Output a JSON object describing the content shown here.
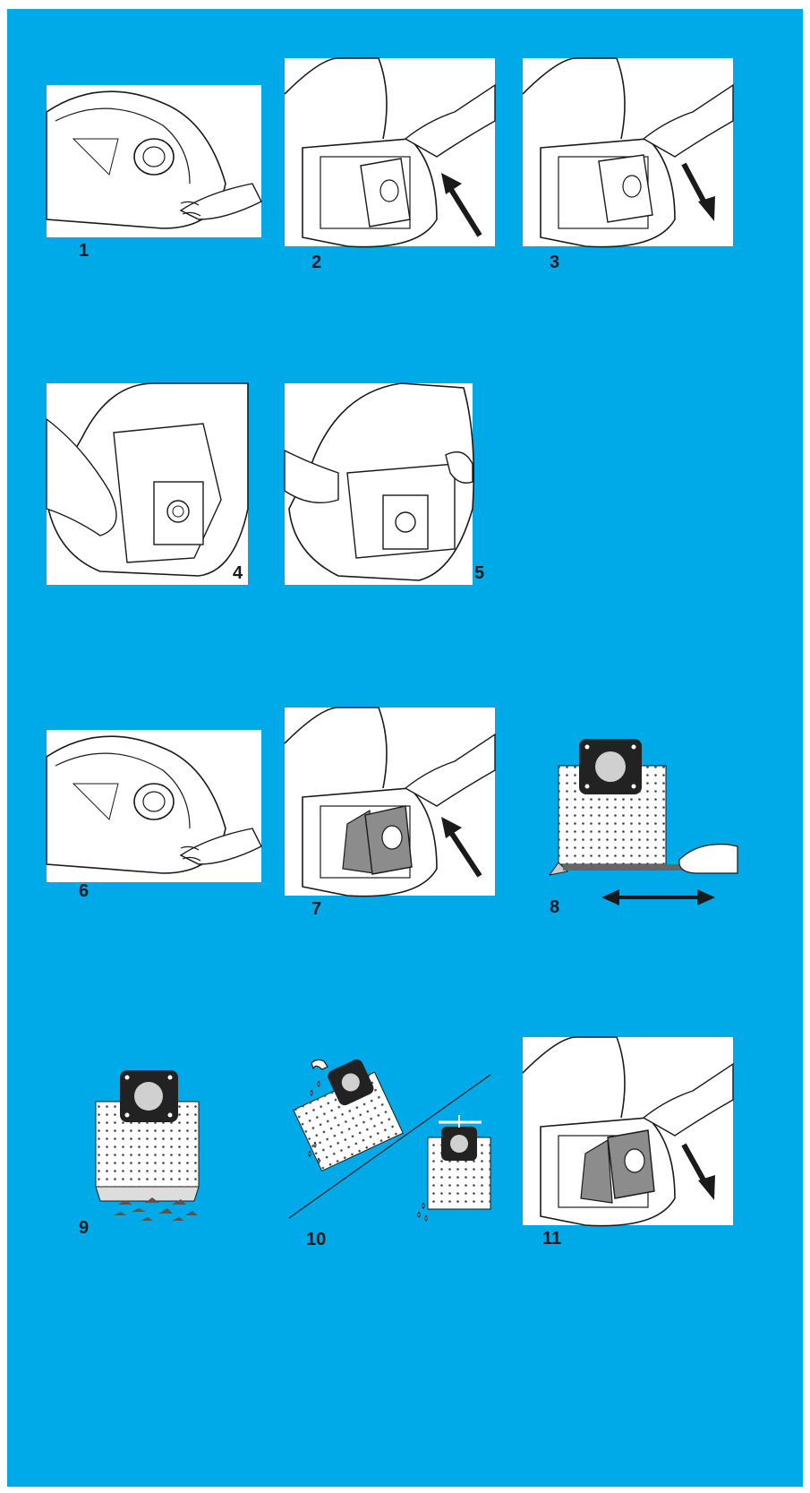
{
  "colors": {
    "background": "#00a9e8",
    "line": "#1a1a1a",
    "fill": "#ffffff",
    "bag_dark": "#222222",
    "bag_grey": "#8c8c8c"
  },
  "steps": [
    {
      "number": "1",
      "illustration": "open-lid-latch"
    },
    {
      "number": "2",
      "illustration": "lift-bag-holder"
    },
    {
      "number": "3",
      "illustration": "remove-bag"
    },
    {
      "number": "4",
      "illustration": "insert-bag-holder"
    },
    {
      "number": "5",
      "illustration": "position-bag"
    },
    {
      "number": "6",
      "illustration": "open-lid-latch"
    },
    {
      "number": "7",
      "illustration": "insert-reusable-bag"
    },
    {
      "number": "8",
      "illustration": "slide-clip-off"
    },
    {
      "number": "9",
      "illustration": "empty-bag"
    },
    {
      "number": "10",
      "illustration": "wash-and-dry-bag"
    },
    {
      "number": "11",
      "illustration": "remove-reusable-bag"
    }
  ]
}
